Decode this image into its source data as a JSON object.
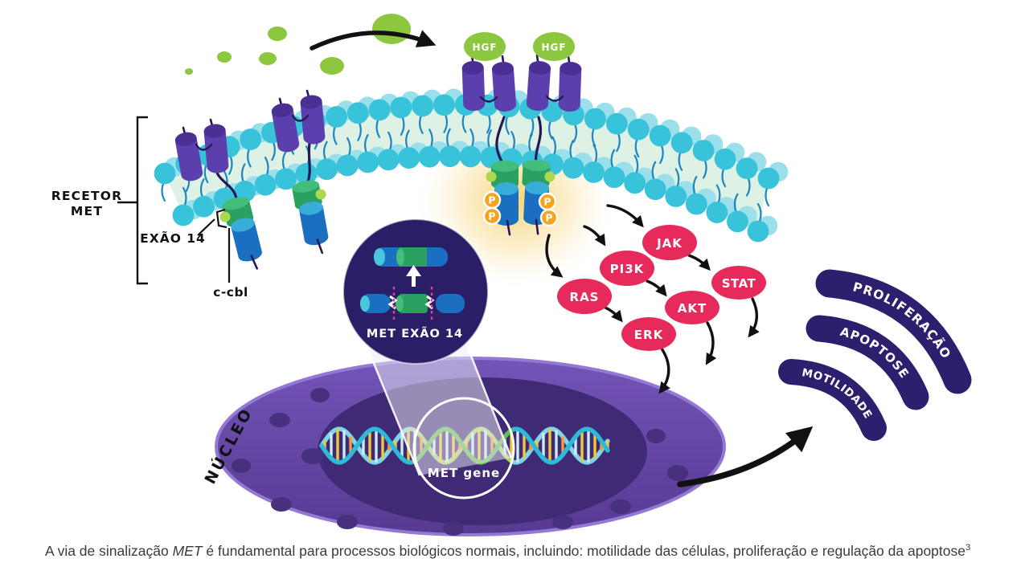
{
  "figure": {
    "labels": {
      "receptor_line1": "RECETOR",
      "receptor_line2": "MET",
      "exon14": "EXÃO 14",
      "c_cbl": "c-cbl",
      "nucleus": "NÚCLEO",
      "inset_title": "MET EXÃO 14",
      "gene": "MET gene",
      "hgf": "HGF",
      "phospho": "P"
    },
    "cascade": {
      "jak": "JAK",
      "pi3k": "PI3K",
      "ras": "RAS",
      "stat": "STAT",
      "akt": "AKT",
      "erk": "ERK"
    },
    "outcomes": {
      "proliferation": "PROLIFERAÇÃO",
      "apoptosis": "APOPTOSE",
      "motility": "MOTILIDADE"
    }
  },
  "caption": {
    "pre": "A via de sinalização ",
    "gene_name": "MET",
    "post": " é fundamental para processos biológicos normais, incluindo: motilidade das células, proliferação e regulação da apoptose",
    "reference": "3"
  },
  "colors": {
    "membrane_teal": "#38C3DB",
    "membrane_light": "#9ADFEA",
    "membrane_band": "#DDF2E5",
    "lipid_tail": "#1E85C2",
    "receptor_purple": "#5B3FAD",
    "receptor_purple_dark": "#4A3095",
    "receptor_blue": "#1B6FC0",
    "receptor_blue_light": "#38ADD9",
    "exon_green": "#2AA161",
    "exon_green_light": "#43BD7A",
    "dot_green": "#ACD74F",
    "hgf_green": "#8DC63F",
    "phospho_orange": "#F5A41F",
    "cascade_pink": "#E62A5B",
    "banner_indigo": "#2D1F6E",
    "inset_indigo": "#2A1E66",
    "nucleus_purple": "#64489F",
    "nucleus_rim": "#9378D4",
    "nucleus_inner": "#3F2B75",
    "pore": "#47317E",
    "dna_teal": "#2FB9D8",
    "dna_teal_light": "#7FD4E6",
    "dna_green": "#5FBD49",
    "dna_green_light": "#A6D765",
    "bar_yellow": "#F4C63D",
    "bar_blue": "#CDEBF5",
    "bar_orange": "#F29B40",
    "splice_pink": "#E83E8C",
    "stem_dark": "#241857",
    "arrow_black": "#111111"
  }
}
